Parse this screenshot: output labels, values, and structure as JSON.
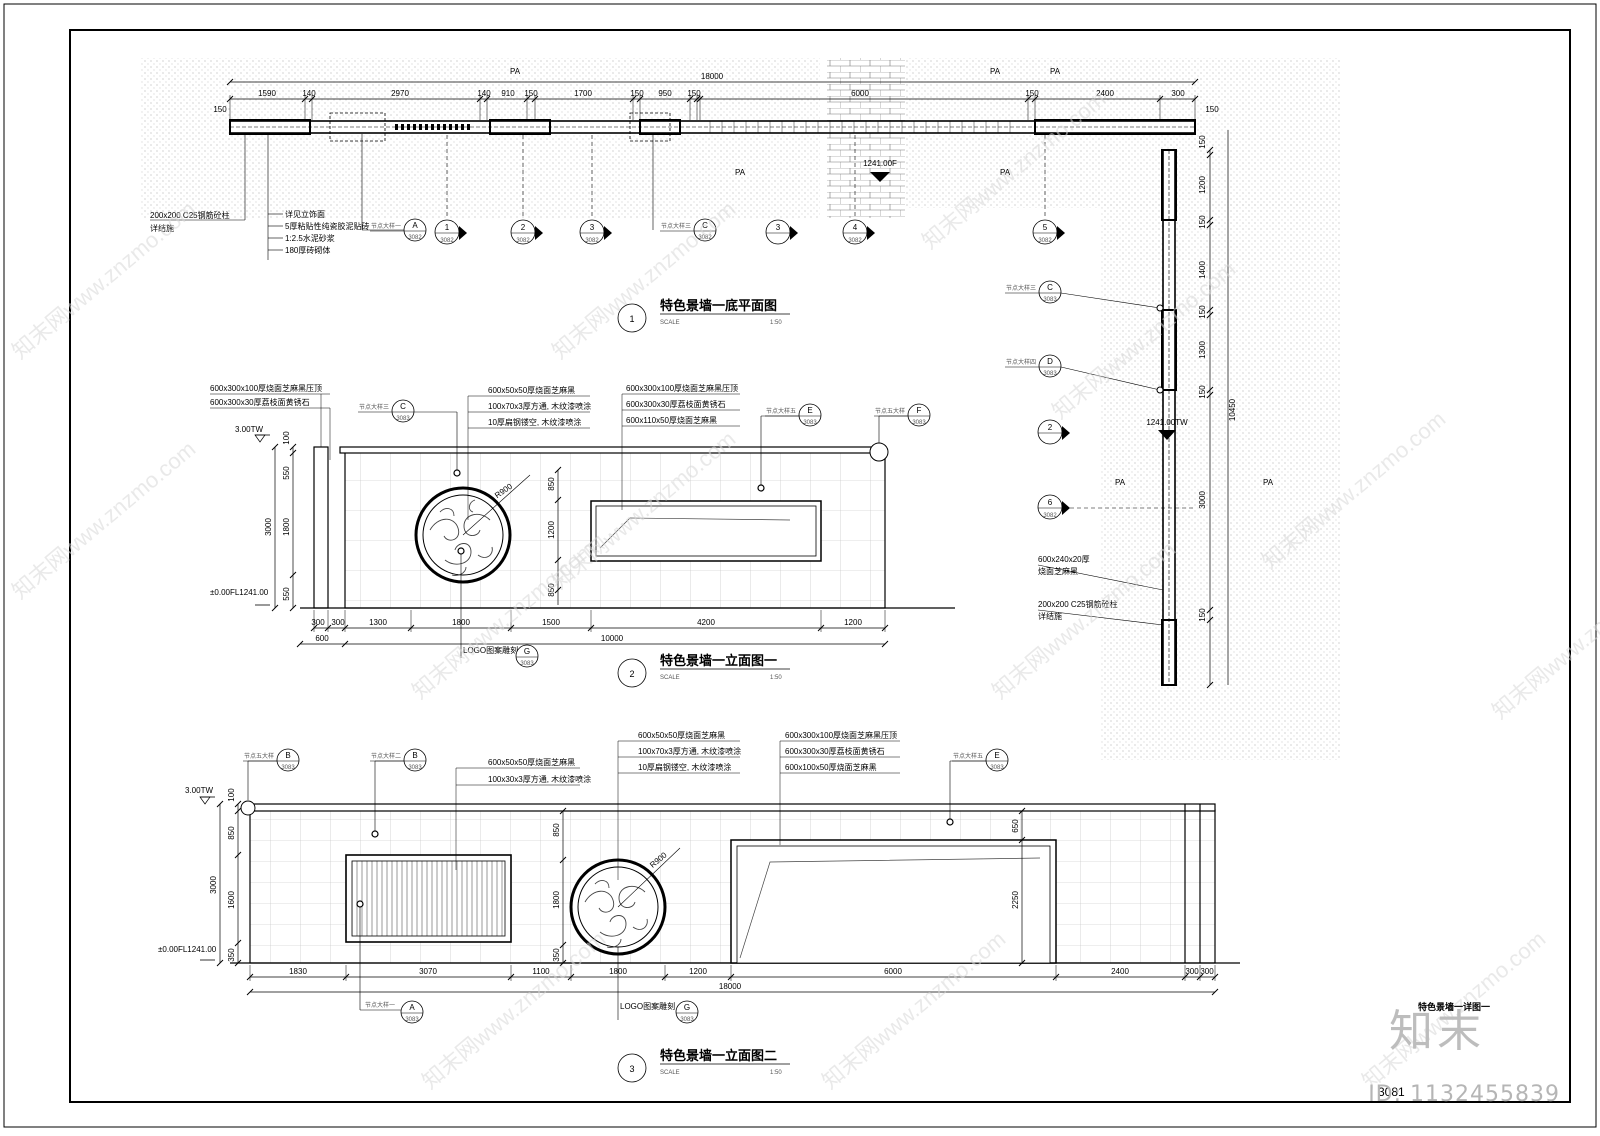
{
  "plan": {
    "title": "特色景墙一底平面图",
    "num": "1",
    "scale_label": "SCALE",
    "scale": "1:50",
    "total_dim": "18000",
    "dims": [
      "1590",
      "140",
      "2970",
      "140",
      "910",
      "150",
      "1700",
      "150",
      "950",
      "150",
      "6000",
      "150",
      "2400",
      "300"
    ],
    "dim_150": "150",
    "pa": [
      "PA",
      "PA",
      "PA",
      "PA",
      "PA"
    ],
    "elev_mark": "1241.00F",
    "notes": [
      "200x200 C25钢筋砼柱",
      "详结施",
      "详见立饰面",
      "5厚粘贴性纯瓷胶泥贴砖",
      "1:2.5水泥砂浆",
      "180厚砖砌体"
    ],
    "callouts": [
      {
        "label": "节点大样一",
        "letter": "A",
        "sheet": "3082"
      },
      {
        "label": "节点大样三",
        "letter": "C",
        "sheet": "3082"
      }
    ],
    "sections": [
      {
        "num": "1",
        "sheet": "3082"
      },
      {
        "num": "2",
        "sheet": "3082"
      },
      {
        "num": "3",
        "sheet": "3082"
      },
      {
        "num": "3",
        "sheet": ""
      },
      {
        "num": "4",
        "sheet": "3082"
      },
      {
        "num": "5",
        "sheet": "3082"
      }
    ]
  },
  "side": {
    "dims": [
      "150",
      "1200",
      "150",
      "1400",
      "150",
      "1300",
      "150",
      "3000",
      "150",
      "10450"
    ],
    "elev_mark": "1241.00TW",
    "callouts": [
      {
        "label": "节点大样三",
        "letter": "C",
        "sheet": "3083"
      },
      {
        "label": "节点大样四",
        "letter": "D",
        "sheet": "3083"
      }
    ],
    "sections": [
      {
        "num": "2",
        "sheet": ""
      },
      {
        "num": "6",
        "sheet": "3082"
      }
    ],
    "notes": [
      "600x240x20厚",
      "烧面芝麻黑",
      "200x200 C25钢筋砼柱",
      "详结施"
    ],
    "pa": [
      "PA",
      "PA"
    ]
  },
  "elev1": {
    "title": "特色景墙一立面图一",
    "num": "2",
    "scale_label": "SCALE",
    "scale": "1:50",
    "notes_left": [
      "600x300x100厚烧面芝麻黑压顶",
      "600x300x30厚荔枝面黄锈石"
    ],
    "notes_mid": [
      "600x50x50厚烧面芝麻黑",
      "100x70x3厚方通, 木纹漆喷涂",
      "10厚扁钢镂空, 木纹漆喷涂"
    ],
    "notes_right": [
      "600x300x100厚烧面芝麻黑压顶",
      "600x300x30厚荔枝面黄锈石",
      "600x110x50厚烧面芝麻黑"
    ],
    "callouts": [
      {
        "label": "节点大样三",
        "letter": "C",
        "sheet": "3083"
      },
      {
        "label": "节点大样五",
        "letter": "E",
        "sheet": "3083"
      },
      {
        "label": "节点五大样",
        "letter": "F",
        "sheet": "3083"
      }
    ],
    "top_mark": "3.00TW",
    "bot_mark": "±0.00FL1241.00",
    "vdims": [
      "100",
      "550",
      "3000",
      "1800",
      "550"
    ],
    "vdims_r": [
      "850",
      "1200",
      "850"
    ],
    "radius": "R900",
    "hdims": [
      "300",
      "300",
      "1300",
      "1800",
      "1500",
      "4200",
      "1200"
    ],
    "total": [
      "600",
      "10000"
    ],
    "logo_note": {
      "label": "LOGO图案雕刻",
      "letter": "G",
      "sheet": "3083"
    }
  },
  "elev2": {
    "title": "特色景墙一立面图二",
    "num": "3",
    "scale_label": "SCALE",
    "scale": "1:50",
    "notes_a": [
      "600x50x50厚烧面芝麻黑",
      "100x30x3厚方通, 木纹漆喷涂"
    ],
    "notes_b": [
      "600x50x50厚烧面芝麻黑",
      "100x70x3厚方通, 木纹漆喷涂",
      "10厚扁钢镂空, 木纹漆喷涂"
    ],
    "notes_c": [
      "600x300x100厚烧面芝麻黑压顶",
      "600x300x30厚荔枝面黄锈石",
      "600x100x50厚烧面芝麻黑"
    ],
    "callouts": [
      {
        "label": "节点五大样",
        "letter": "B",
        "sheet": "3083"
      },
      {
        "label": "节点大样二",
        "letter": "B",
        "sheet": "3083"
      },
      {
        "label": "节点大样五",
        "letter": "E",
        "sheet": "3083"
      }
    ],
    "top_mark": "3.00TW",
    "bot_mark": "±0.00FL1241.00",
    "vdims": [
      "100",
      "850",
      "3000",
      "1600",
      "350"
    ],
    "vdims_mid": [
      "850",
      "1800",
      "350"
    ],
    "vdims_r": [
      "650",
      "2250"
    ],
    "radius": "R900",
    "hdims": [
      "1830",
      "3070",
      "1100",
      "1800",
      "1200",
      "6000",
      "2400",
      "300",
      "300"
    ],
    "total": "18000",
    "bottom_callouts": [
      {
        "label": "节点大样一",
        "letter": "A",
        "sheet": "3083"
      },
      {
        "label": "LOGO图案雕刻",
        "letter": "G",
        "sheet": "3083"
      }
    ]
  },
  "title_block": {
    "project": "特色景墙一详图一",
    "sheet_no": "3081"
  },
  "watermark": {
    "site": "知末网www.znzmo.com",
    "logo": "知末",
    "id": "ID: 1132455839"
  }
}
